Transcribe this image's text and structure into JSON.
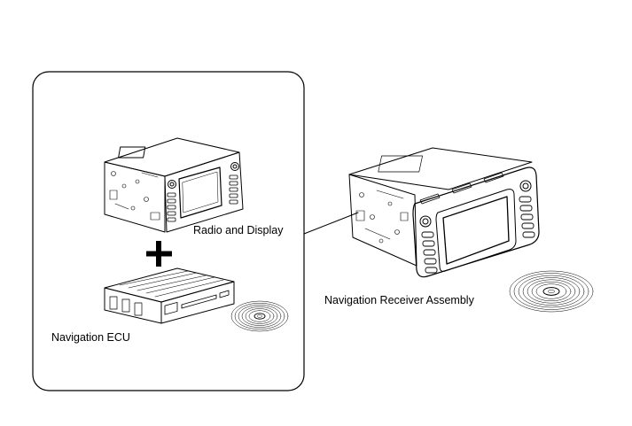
{
  "labels": {
    "radio_and_display": "Radio and Display",
    "navigation_ecu": "Navigation ECU",
    "navigation_receiver_assembly": "Navigation Receiver Assembly"
  },
  "icons": {
    "plus": "plus-icon",
    "disc": "disc-icon"
  },
  "colors": {
    "line": "#000000",
    "background": "#ffffff"
  }
}
